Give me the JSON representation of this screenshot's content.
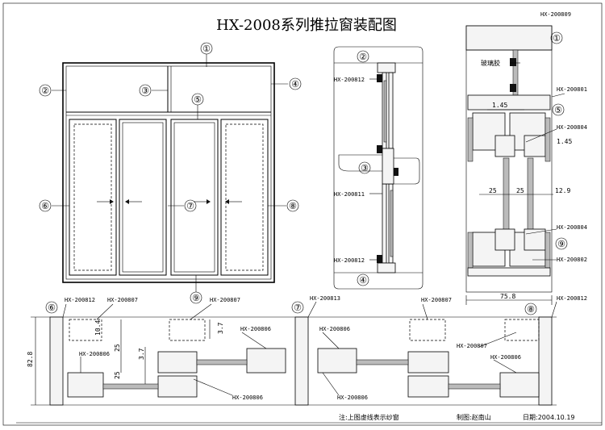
{
  "drawing": {
    "title": "HX-2008系列推拉窗装配图",
    "note": "注:上图虚线表示纱窗",
    "designer": "制图:赵南山",
    "date": "日期:2004.10.19"
  },
  "callouts": [
    "①",
    "②",
    "③",
    "④",
    "⑤",
    "⑥",
    "⑦",
    "⑧",
    "⑨"
  ],
  "profiles": {
    "p809": "HX-200809",
    "p812": "HX-200812",
    "p811": "HX-200811",
    "p801": "HX-200801",
    "p804": "HX-200804",
    "p802": "HX-200802",
    "p807": "HX-200807",
    "p813": "HX-200813",
    "p806": "HX-200806"
  },
  "annotations": {
    "glass_glue": "玻璃胶"
  },
  "dimensions": {
    "d145": "1.45",
    "d25": "25",
    "d129": "12.9",
    "d758": "75.8",
    "d828": "82.8",
    "d37": "3.7",
    "d104": "10.4"
  }
}
